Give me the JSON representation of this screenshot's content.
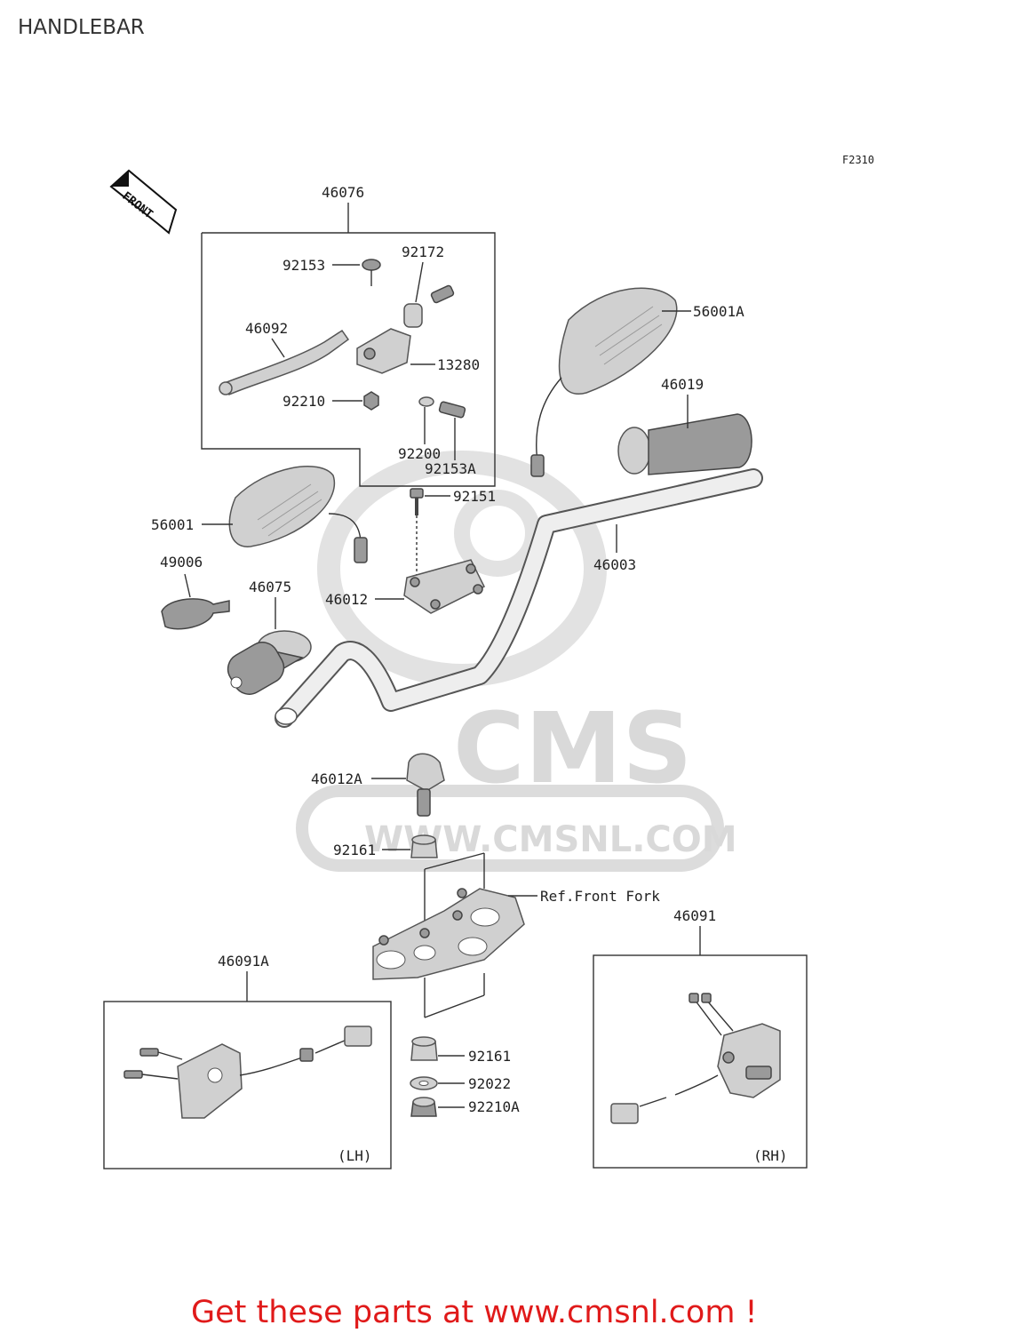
{
  "page_title": "HANDLEBAR",
  "figure_code": "F2310",
  "front_label": "FRONT",
  "watermark": {
    "logo_text": "CMS",
    "url_text": "WWW.CMSNL.COM"
  },
  "parts": {
    "p46076": "46076",
    "p92153": "92153",
    "p92172": "92172",
    "p46092": "46092",
    "p13280": "13280",
    "p92210": "92210",
    "p92200": "92200",
    "p92153A": "92153A",
    "p56001A": "56001A",
    "p46019": "46019",
    "p92151": "92151",
    "p56001": "56001",
    "p46003": "46003",
    "p49006": "49006",
    "p46075": "46075",
    "p46012": "46012",
    "p46012A": "46012A",
    "p92161_top": "92161",
    "ref_front_fork": "Ref.Front Fork",
    "p46091": "46091",
    "p46091A": "46091A",
    "p92161_bottom": "92161",
    "p92022": "92022",
    "p92210A": "92210A",
    "lh": "(LH)",
    "rh": "(RH)"
  },
  "footer": {
    "cta": "Get these parts at www.cmsnl.com !"
  },
  "colors": {
    "cta_red": "#e01a1a",
    "watermark_gray": "#d9d9d9"
  }
}
